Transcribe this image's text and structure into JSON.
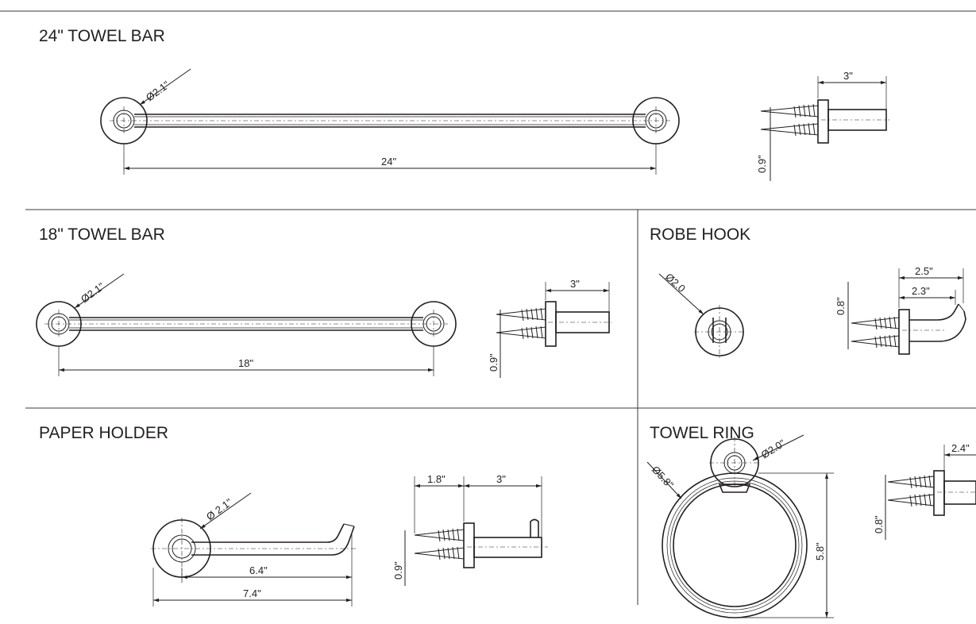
{
  "sections": {
    "towel_bar_24": {
      "title": "24\" TOWEL BAR",
      "dims": {
        "flange_dia": "Ø2.1\"",
        "length": "24\"",
        "projection": "3\"",
        "thickness": "0.9\""
      }
    },
    "towel_bar_18": {
      "title": "18\" TOWEL BAR",
      "dims": {
        "flange_dia": "Ø2.1\"",
        "length": "18\"",
        "projection": "3\"",
        "thickness": "0.9\""
      }
    },
    "robe_hook": {
      "title": "ROBE HOOK",
      "dims": {
        "flange_dia": "Ø2.0",
        "projection_outer": "2.5\"",
        "projection_inner": "2.3\"",
        "thickness": "0.8\""
      }
    },
    "paper_holder": {
      "title": "PAPER HOLDER",
      "dims": {
        "flange_dia": "Ø 2.1\"",
        "arm_length": "6.4\"",
        "total_length": "7.4\"",
        "flange_depth": "1.8\"",
        "projection": "3\"",
        "thickness": "0.9\""
      }
    },
    "towel_ring": {
      "title": "TOWEL RING",
      "dims": {
        "flange_dia": "Ø2.0\"",
        "ring_dia": "Ø5.8\"",
        "height": "5.8\"",
        "projection": "2.4\"",
        "thickness": "0.8\""
      }
    }
  }
}
